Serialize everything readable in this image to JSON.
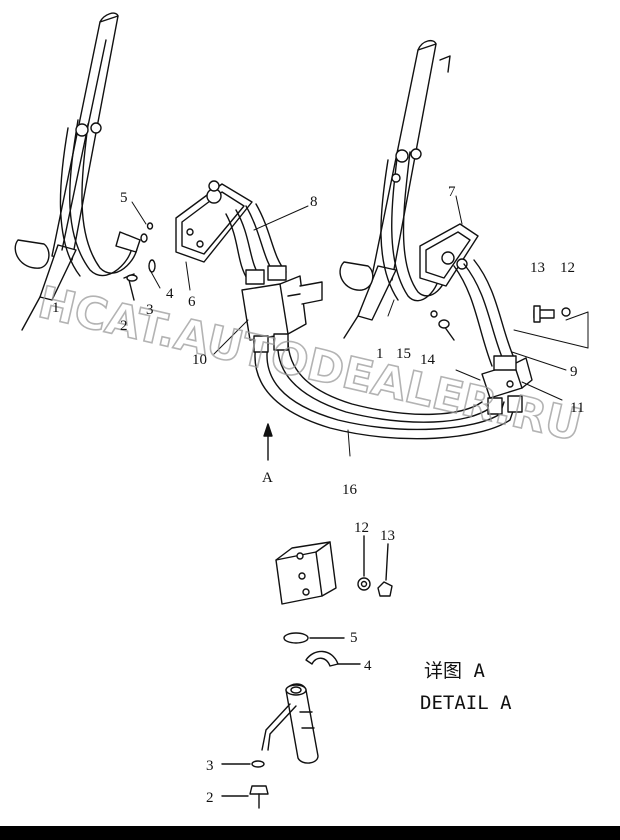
{
  "callouts": {
    "c1a": "1",
    "c2a": "2",
    "c3a": "3",
    "c4a": "4",
    "c5a": "5",
    "c6": "6",
    "c7": "7",
    "c8": "8",
    "c9": "9",
    "c10": "10",
    "c11": "11",
    "c12a": "12",
    "c13a": "13",
    "c14": "14",
    "c15": "15",
    "c1b": "1",
    "c16": "16",
    "cA": "A",
    "c12b": "12",
    "c13b": "13",
    "c5b": "5",
    "c4b": "4",
    "c3b": "3",
    "c2b": "2"
  },
  "detail": {
    "title_cn": "详图 A",
    "title_en": "DETAIL A"
  },
  "watermark": {
    "line1": "HCAT.AUTODEALER.RU"
  },
  "colors": {
    "ink": "#111111",
    "watermark": "#9a9a9a"
  }
}
